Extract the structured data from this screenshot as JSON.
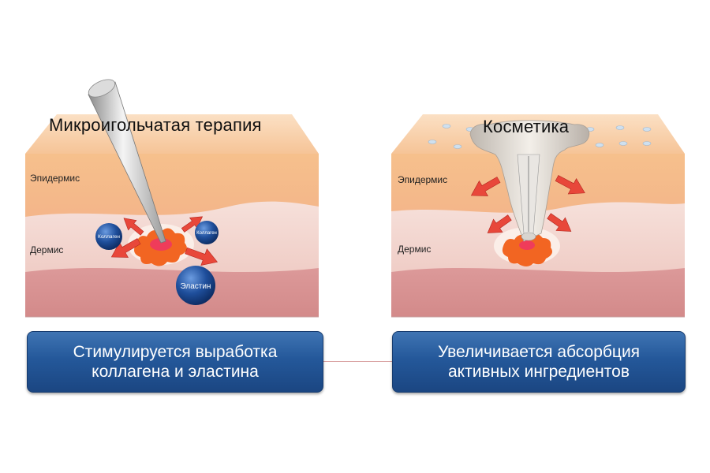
{
  "left_panel": {
    "title": "Микроигольчатая терапия",
    "epidermis_label": "Эпидермис",
    "dermis_label": "Дермис",
    "balls": [
      "Коллаген",
      "Коллаген",
      "Эластин"
    ],
    "caption_lines": [
      "Стимулируется выработка",
      "коллагена и эластина"
    ]
  },
  "right_panel": {
    "title": "Косметика",
    "epidermis_label": "Эпидермис",
    "dermis_label": "Дермис",
    "caption_lines": [
      "Увеличивается абсорбция",
      "активных ингредиентов"
    ]
  },
  "colors": {
    "epidermis": "#f7c89a",
    "dermis": "#f4dcd6",
    "deep_layer": "#d88a8a",
    "arrow": "#e8473a",
    "wound": "#f26522",
    "ball": "#1f4f9c",
    "caption_bg": "#24589a"
  }
}
